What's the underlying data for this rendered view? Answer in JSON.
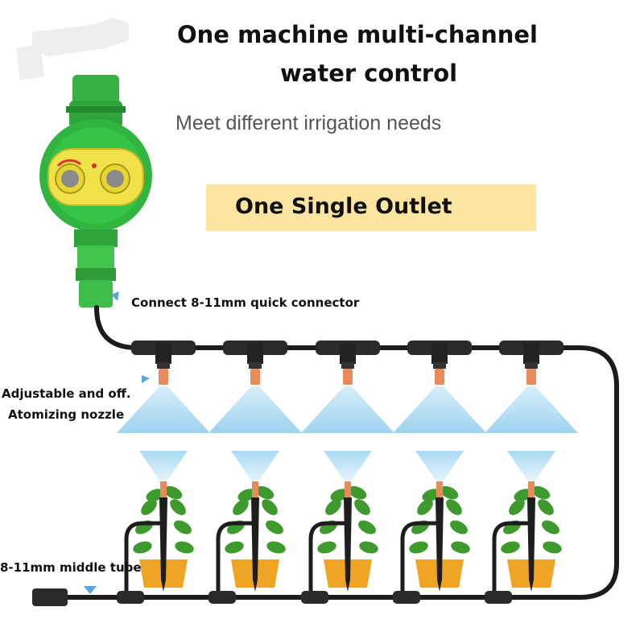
{
  "headline": {
    "line1": "One machine multi-channel",
    "line2": "water control",
    "subtitle": "Meet different irrigation needs"
  },
  "banner": {
    "label": "One Single Outlet"
  },
  "labels": {
    "connector": "Connect 8-11mm quick connector",
    "nozzle_line1": "Adjustable and off.",
    "nozzle_line2": "Atomizing nozzle",
    "tube": "8-11mm middle tube"
  },
  "colors": {
    "timer_green": "#2fb540",
    "timer_face": "#f2e24a",
    "tube": "#1c1c1c",
    "nozzle": "#e88a5a",
    "mist": "#bfe3f5",
    "banner": "#fbe5a1",
    "pot": "#f0a424",
    "leaf": "#3f9a2e"
  },
  "counts": {
    "nozzles": 5,
    "plants": 5
  }
}
